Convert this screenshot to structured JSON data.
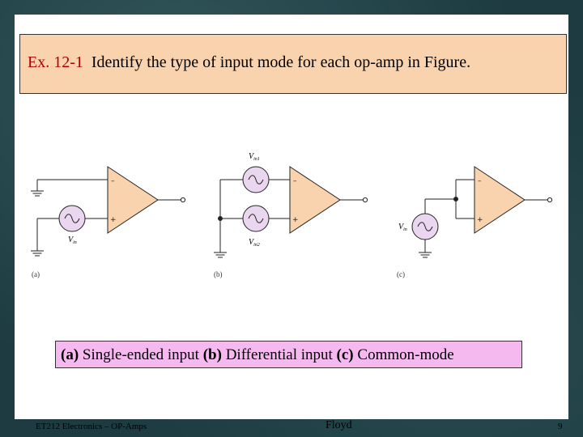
{
  "title": {
    "example_num": "Ex. 12-1",
    "text": "Identify the type of input mode for each op-amp in Figure."
  },
  "figure": {
    "labels": {
      "a": "(a)",
      "b": "(b)",
      "c": "(c)"
    },
    "signals": {
      "a_main": "V",
      "a_sub": "in",
      "b1_main": "V",
      "b1_sub": "in1",
      "b2_main": "V",
      "b2_sub": "in2",
      "c_main": "V",
      "c_sub": "in"
    }
  },
  "answer": {
    "a_tag": "(a)",
    "a_text": "Single-ended input",
    "b_tag": "(b)",
    "b_text": "Differential input",
    "c_tag": "(c)",
    "c_text": "Common-mode"
  },
  "footer": {
    "left": "ET212 Electronics – OP-Amps",
    "center": "Floyd",
    "page": "9"
  }
}
